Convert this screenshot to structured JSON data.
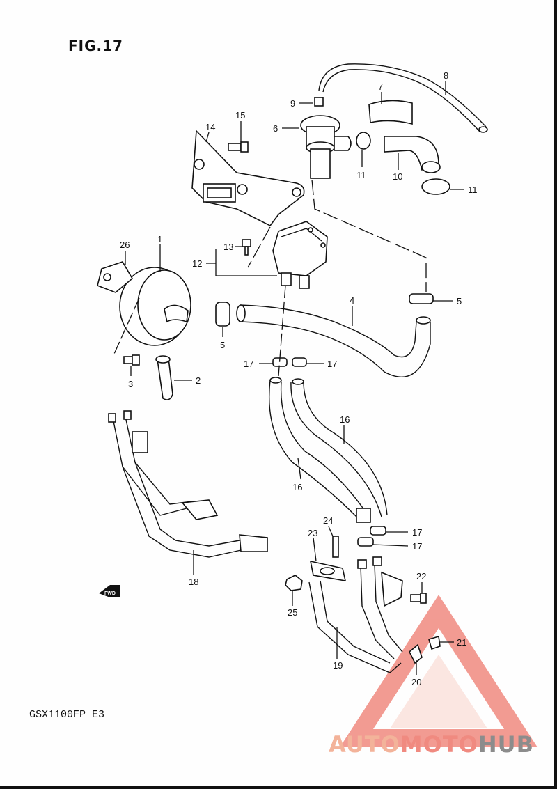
{
  "figure": {
    "title": "FIG.17",
    "model": "GSX1100FP E3",
    "fwd_label": "FWD"
  },
  "parts": [
    {
      "id": "label-1",
      "number": "1"
    },
    {
      "id": "label-2",
      "number": "2"
    },
    {
      "id": "label-3",
      "number": "3"
    },
    {
      "id": "label-4",
      "number": "4"
    },
    {
      "id": "label-5a",
      "number": "5"
    },
    {
      "id": "label-5b",
      "number": "5"
    },
    {
      "id": "label-6",
      "number": "6"
    },
    {
      "id": "label-7",
      "number": "7"
    },
    {
      "id": "label-8",
      "number": "8"
    },
    {
      "id": "label-9",
      "number": "9"
    },
    {
      "id": "label-10",
      "number": "10"
    },
    {
      "id": "label-11a",
      "number": "11"
    },
    {
      "id": "label-11b",
      "number": "11"
    },
    {
      "id": "label-12",
      "number": "12"
    },
    {
      "id": "label-13",
      "number": "13"
    },
    {
      "id": "label-14",
      "number": "14"
    },
    {
      "id": "label-15",
      "number": "15"
    },
    {
      "id": "label-16a",
      "number": "16"
    },
    {
      "id": "label-16b",
      "number": "16"
    },
    {
      "id": "label-17a",
      "number": "17"
    },
    {
      "id": "label-17b",
      "number": "17"
    },
    {
      "id": "label-17c",
      "number": "17"
    },
    {
      "id": "label-17d",
      "number": "17"
    },
    {
      "id": "label-18",
      "number": "18"
    },
    {
      "id": "label-19",
      "number": "19"
    },
    {
      "id": "label-20",
      "number": "20"
    },
    {
      "id": "label-21",
      "number": "21"
    },
    {
      "id": "label-22",
      "number": "22"
    },
    {
      "id": "label-23",
      "number": "23"
    },
    {
      "id": "label-24",
      "number": "24"
    },
    {
      "id": "label-25",
      "number": "25"
    },
    {
      "id": "label-26",
      "number": "26"
    }
  ],
  "watermark": {
    "part1": "AUTO",
    "part2": "MOTO",
    "part3": "HUB",
    "colors": {
      "tri_outer": "#f08a80",
      "tri_inner": "#f6c2b8",
      "auto": "#f3b39a",
      "moto": "#f08a80",
      "hub": "#8c8c8c"
    }
  }
}
